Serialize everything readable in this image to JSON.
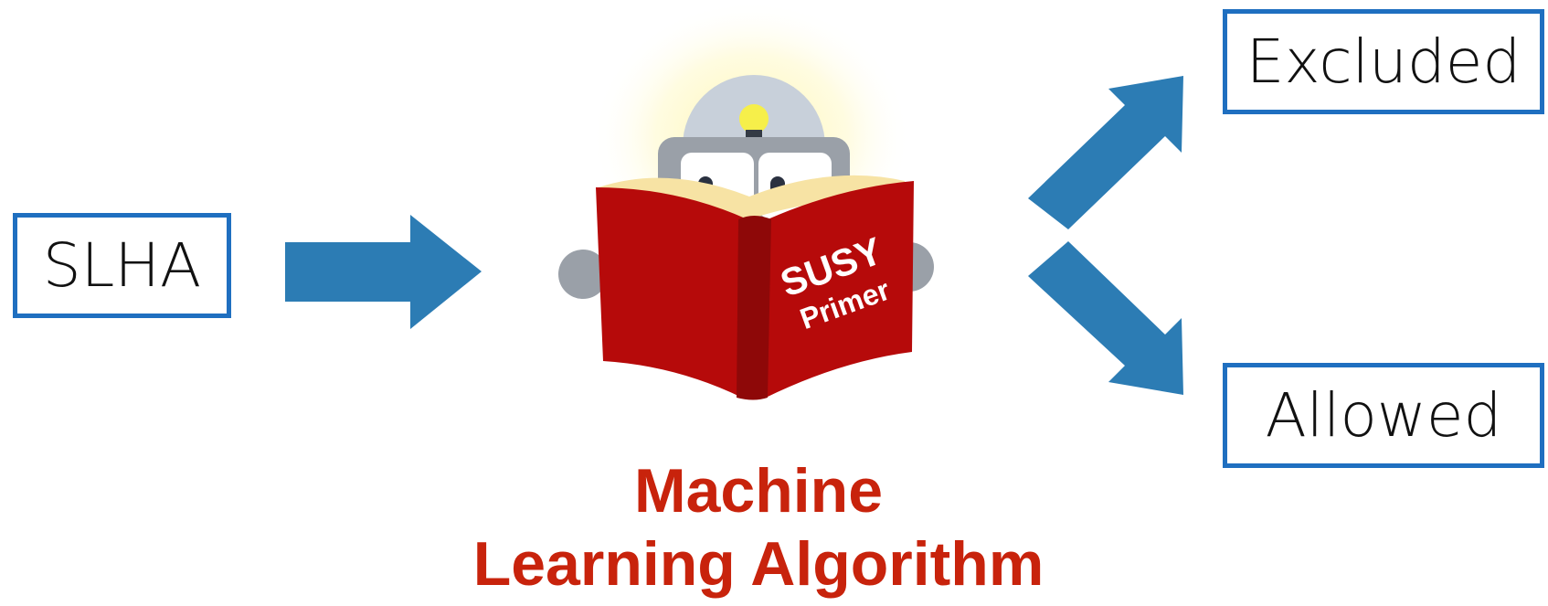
{
  "input": {
    "label": "SLHA"
  },
  "outputs": {
    "excluded": {
      "label": "Excluded"
    },
    "allowed": {
      "label": "Allowed"
    }
  },
  "robot": {
    "book_cover_line_1": "SUSY",
    "book_cover_line_2": "Primer"
  },
  "caption": {
    "line_1": "Machine",
    "line_2": "Learning Algorithm"
  },
  "colors": {
    "box_border": "#1f6fc0",
    "arrow": "#2c7cb4",
    "book": "#b60a0a",
    "book_spine": "#8e0808",
    "robot_gray": "#9aa0a8",
    "caption": "#c8230c",
    "lightbulb": "#f6ef4a"
  }
}
